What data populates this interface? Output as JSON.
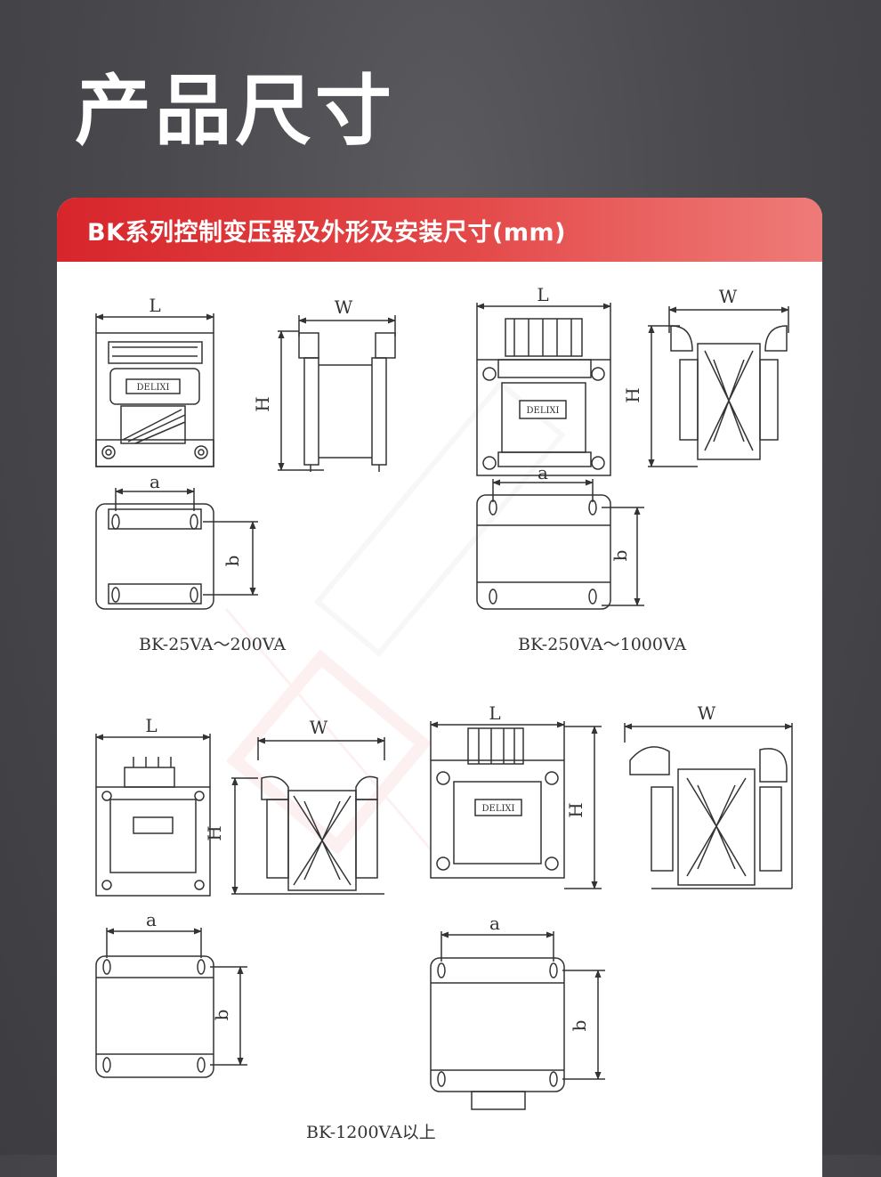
{
  "page": {
    "title": "产品尺寸"
  },
  "section": {
    "header": "BK系列控制变压器及外形及安装尺寸(mm)"
  },
  "dimension_labels": {
    "length": "L",
    "width": "W",
    "height": "H",
    "hole_a": "a",
    "hole_b": "b"
  },
  "nameplate_text": "DELIXI",
  "models": [
    {
      "caption": "BK-25VA～200VA"
    },
    {
      "caption": "BK-250VA～1000VA"
    },
    {
      "caption": "BK-1200VA以上"
    }
  ],
  "colors": {
    "accent": "#d7262b",
    "background": "#4a4a4e",
    "card": "#ffffff",
    "line": "#333333"
  }
}
